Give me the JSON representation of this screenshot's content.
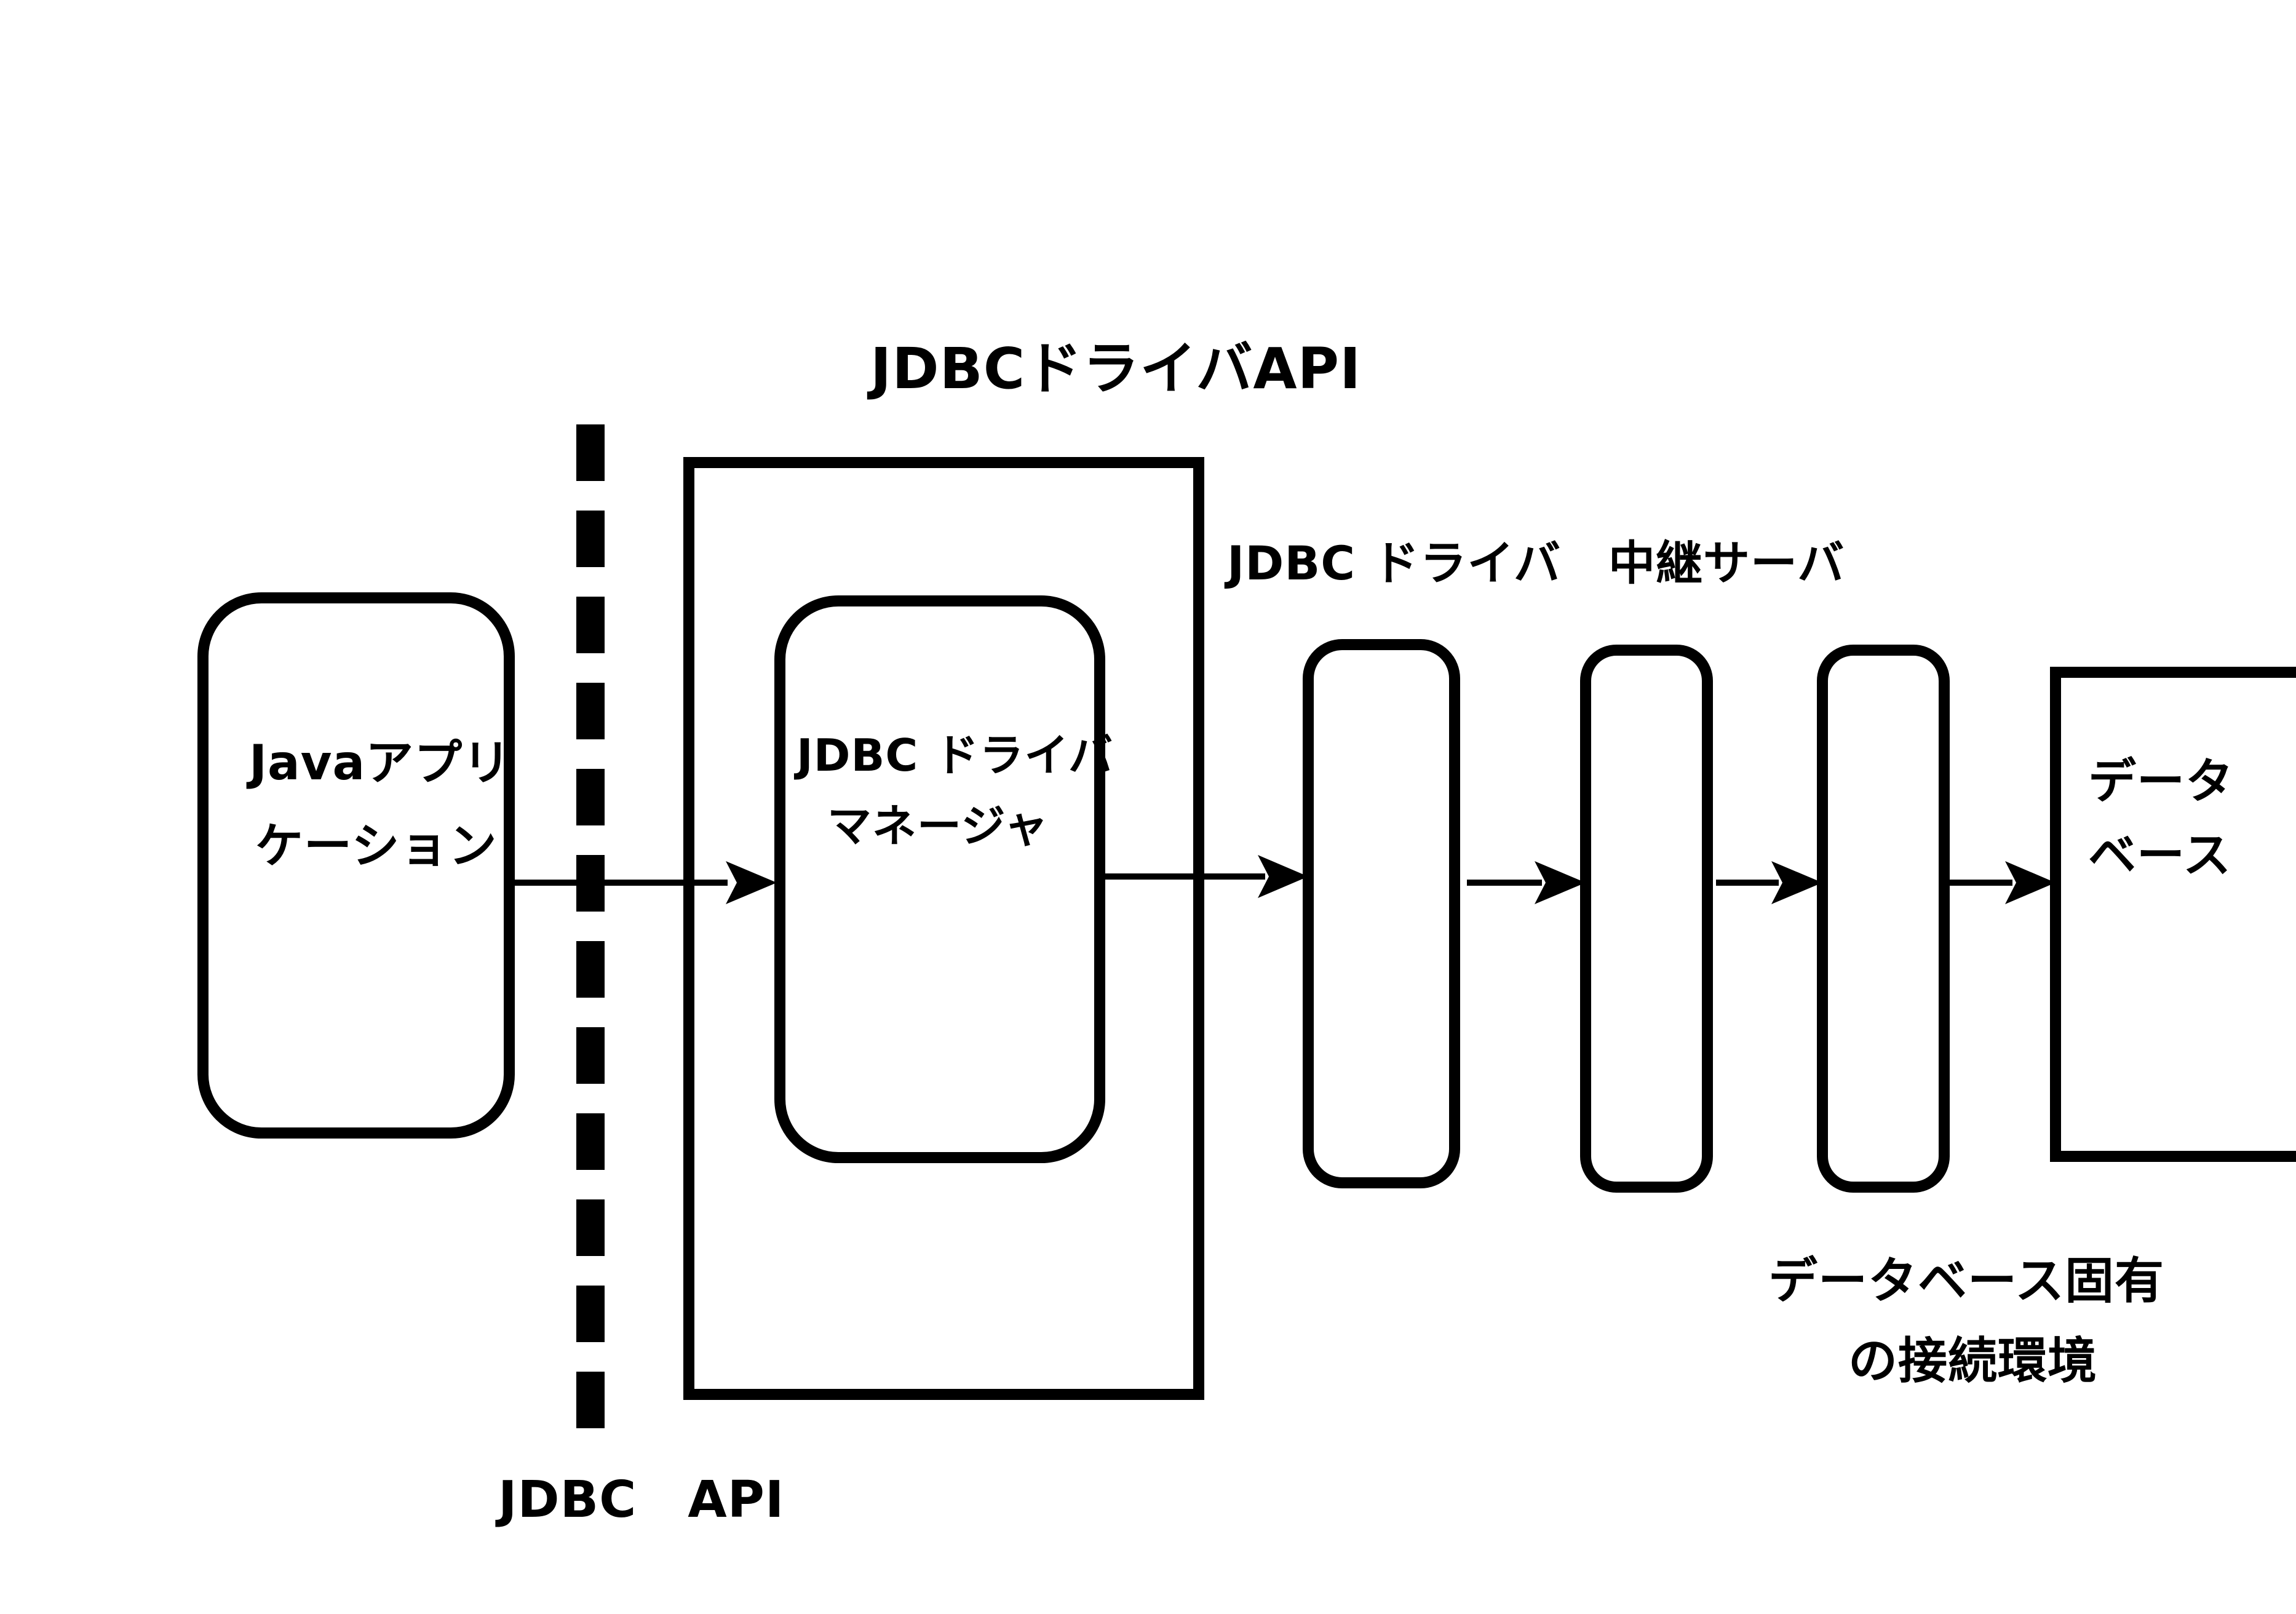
{
  "diagram": {
    "title": "JDBCドライバAPI",
    "jdbc_api_label": "JDBC　API",
    "middle_label": "JDBC ドライバ　中継サーバ",
    "native_env_label": [
      "データベース固有",
      "の接続環境"
    ],
    "java_app": {
      "lines": [
        "Javaアプリ",
        "ケーション"
      ]
    },
    "driver_manager": {
      "lines": [
        "JDBC ドライバ",
        "マネージャ"
      ]
    },
    "database": {
      "lines": [
        "データ",
        "ベース"
      ]
    },
    "colors": {
      "stroke": "#000000",
      "background": "#ffffff"
    }
  }
}
